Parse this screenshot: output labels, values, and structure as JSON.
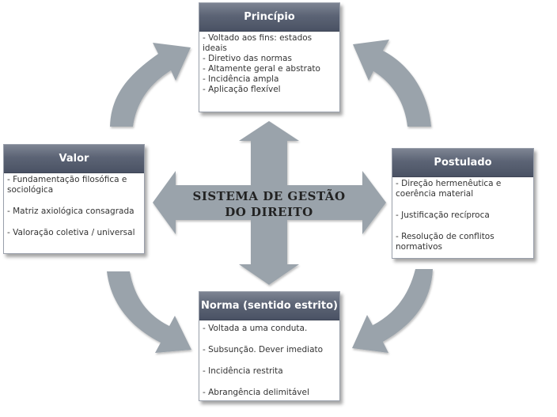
{
  "center": {
    "line1": "SISTEMA DE GESTÃO",
    "line2": "DO DIREITO"
  },
  "boxes": {
    "principio": {
      "title": "Princípio",
      "items": [
        "- Voltado aos fins: estados ideais",
        "- Diretivo das normas",
        "- Altamente geral e abstrato",
        "- Incidência ampla",
        "- Aplicação flexível"
      ]
    },
    "valor": {
      "title": "Valor",
      "items": [
        "- Fundamentação filosófica e sociológica",
        "- Matriz axiológica consagrada",
        "- Valoração coletiva / universal"
      ]
    },
    "postulado": {
      "title": "Postulado",
      "items": [
        "- Direção hermenêutica e coerência material",
        "- Justificação recíproca",
        "- Resolução de conflitos normativos"
      ]
    },
    "norma": {
      "title": "Norma (sentido estrito)",
      "items": [
        "- Voltada a uma conduta.",
        "- Subsunção. Dever imediato",
        "- Incidência restrita",
        "- Abrangência delimitável"
      ]
    }
  },
  "colors": {
    "arrow": "#9aa3ab",
    "header": "#5c6475"
  }
}
